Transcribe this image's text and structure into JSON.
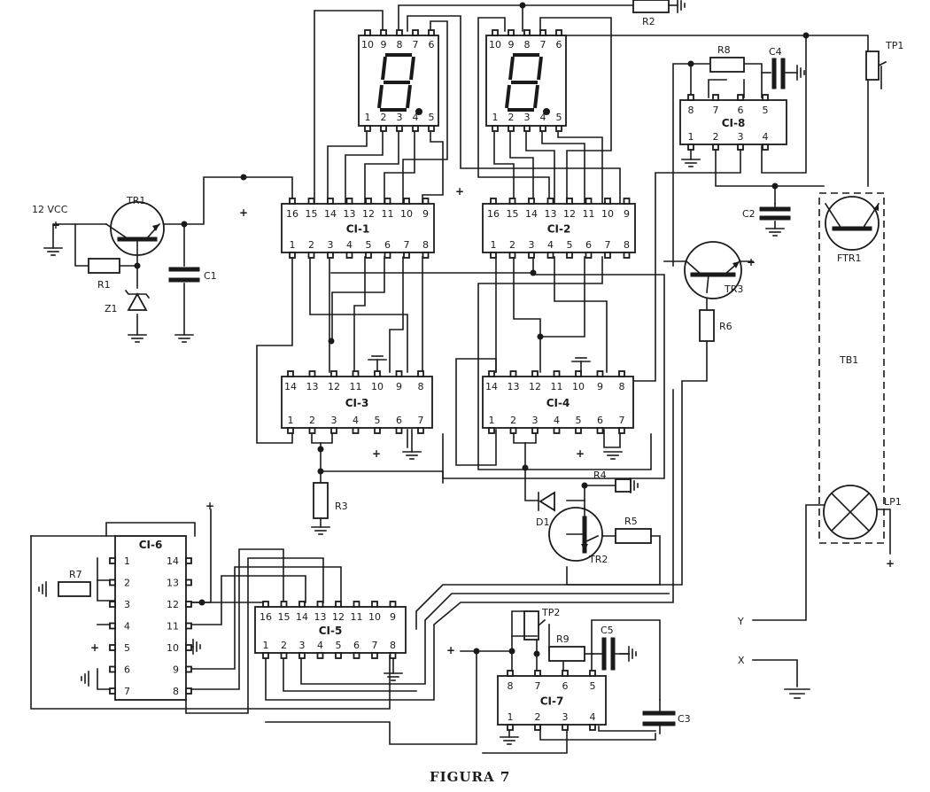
{
  "caption": "FIGURA 7",
  "supply_label": "12 VCC",
  "plus": "+",
  "terminals": {
    "y": "Y",
    "x": "X"
  },
  "chips": {
    "ci1": {
      "name": "CI-1",
      "top": [
        "16",
        "15",
        "14",
        "13",
        "12",
        "11",
        "10",
        "9"
      ],
      "bottom": [
        "1",
        "2",
        "3",
        "4",
        "5",
        "6",
        "7",
        "8"
      ]
    },
    "ci2": {
      "name": "CI-2",
      "top": [
        "16",
        "15",
        "14",
        "13",
        "12",
        "11",
        "10",
        "9"
      ],
      "bottom": [
        "1",
        "2",
        "3",
        "4",
        "5",
        "6",
        "7",
        "8"
      ]
    },
    "ci3": {
      "name": "CI-3",
      "top": [
        "14",
        "13",
        "12",
        "11",
        "10",
        "9",
        "8"
      ],
      "bottom": [
        "1",
        "2",
        "3",
        "4",
        "5",
        "6",
        "7"
      ]
    },
    "ci4": {
      "name": "CI-4",
      "top": [
        "14",
        "13",
        "12",
        "11",
        "10",
        "9",
        "8"
      ],
      "bottom": [
        "1",
        "2",
        "3",
        "4",
        "5",
        "6",
        "7"
      ]
    },
    "ci5": {
      "name": "CI-5",
      "top": [
        "16",
        "15",
        "14",
        "13",
        "12",
        "11",
        "10",
        "9"
      ],
      "bottom": [
        "1",
        "2",
        "3",
        "4",
        "5",
        "6",
        "7",
        "8"
      ]
    },
    "ci6": {
      "name": "CI-6",
      "left": [
        "1",
        "2",
        "3",
        "4",
        "5",
        "6",
        "7"
      ],
      "right": [
        "14",
        "13",
        "12",
        "11",
        "10",
        "9",
        "8"
      ]
    },
    "ci7": {
      "name": "CI-7",
      "top": [
        "8",
        "7",
        "6",
        "5"
      ],
      "bottom": [
        "1",
        "2",
        "3",
        "4"
      ]
    },
    "ci8": {
      "name": "CI-8",
      "top": [
        "8",
        "7",
        "6",
        "5"
      ],
      "bottom": [
        "1",
        "2",
        "3",
        "4"
      ]
    }
  },
  "displays": {
    "top_pins": [
      "10",
      "9",
      "8",
      "7",
      "6"
    ],
    "bottom_pins": [
      "1",
      "2",
      "3",
      "4",
      "5"
    ]
  },
  "components": {
    "tr1": "TR1",
    "tr2": "TR2",
    "tr3": "TR3",
    "ftr1": "FTR1",
    "r1": "R1",
    "r2": "R2",
    "r3": "R3",
    "r4": "R4",
    "r5": "R5",
    "r6": "R6",
    "r7": "R7",
    "r8": "R8",
    "r9": "R9",
    "c1": "C1",
    "c2": "C2",
    "c3": "C3",
    "c4": "C4",
    "c5": "C5",
    "z1": "Z1",
    "d1": "D1",
    "tp1": "TP1",
    "tp2": "TP2",
    "tb1": "TB1",
    "lp1": "LP1"
  }
}
